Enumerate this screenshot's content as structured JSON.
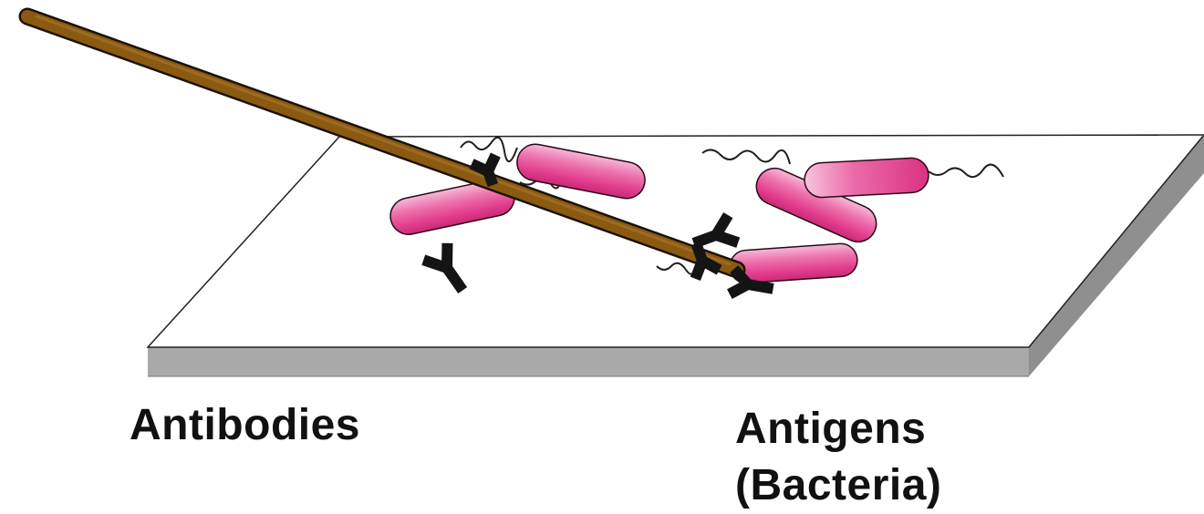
{
  "labels": {
    "antibodies": "Antibodies",
    "antigens_line1": "Antigens",
    "antigens_line2": "(Bacteria)"
  },
  "colors": {
    "slide_top": "#ffffff",
    "slide_front": "#a9a9a9",
    "slide_side": "#8f8f8f",
    "stick": "#8a5a12",
    "stick_outline": "#1c1206",
    "bacterium_fill": "#e83f92",
    "bacterium_highlight": "#f8c9df",
    "antibody": "#141414",
    "flagella": "#202020"
  },
  "icons": {
    "slide": "glass-slide",
    "stick": "mixing-stick",
    "bacterium": "rod-bacterium",
    "antibody": "y-shaped-antibody"
  }
}
